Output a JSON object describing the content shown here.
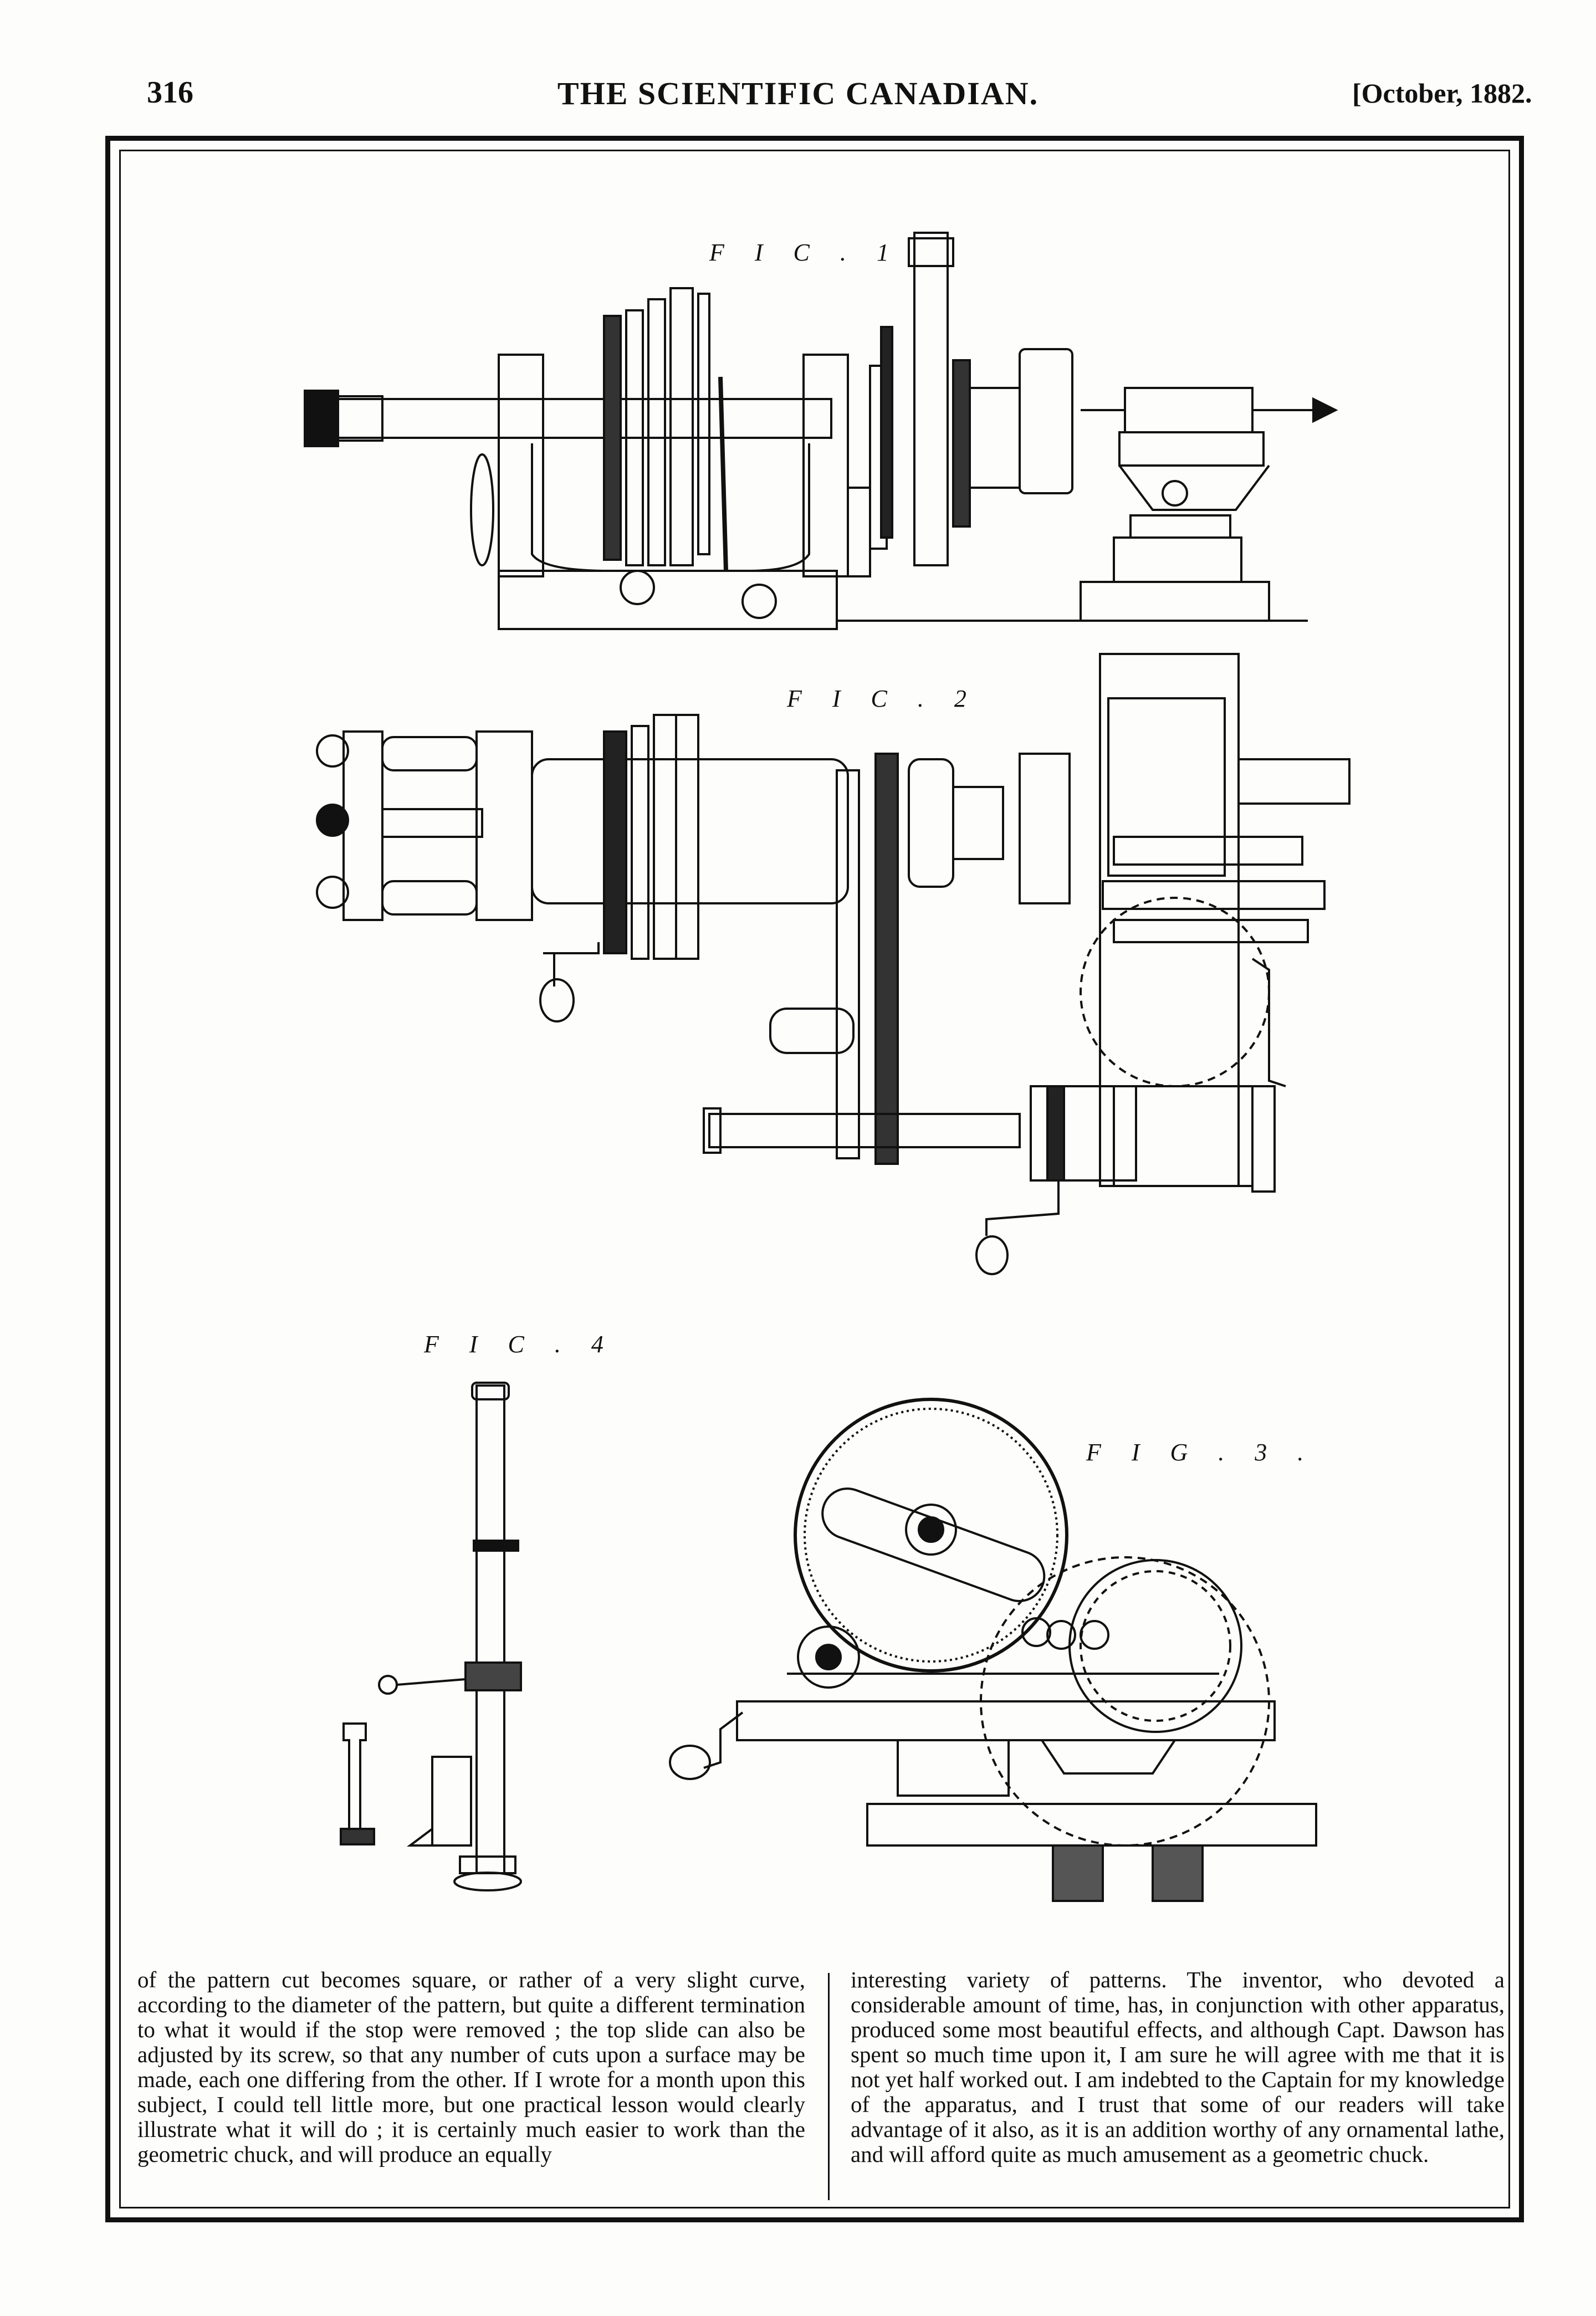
{
  "header": {
    "page_number": "316",
    "journal_title": "THE SCIENTIFIC CANADIAN.",
    "issue_date": "[October, 1882."
  },
  "figures": {
    "fig1_label": "F I C . 1",
    "fig2_label": "F I C . 2",
    "fig3_label": "F I G . 3 .",
    "fig4_label": "F I C . 4"
  },
  "article": {
    "left_column": "of the pattern cut becomes square, or rather of a very slight curve, according to the diameter of the pattern, but quite a different termination to what it would if the stop were removed ; the top slide can also be adjusted by its screw, so that any number of cuts upon a surface may be made, each one differing from the other. If I wrote for a month upon this subject, I could tell little more, but one practical lesson would clearly illustrate what it will do ; it is certainly much easier to work than the geometric chuck, and will produce an equally",
    "right_column": "interesting variety of patterns. The inventor, who devoted a considerable amount of time, has, in conjunction with other apparatus, produced some most beautiful effects, and although Capt. Dawson has spent so much time upon it, I am sure he will agree with me that it is not yet half worked out. I am indebted to the Captain for my knowledge of the apparatus, and I trust that some of our readers will take advantage of it also, as it is an addition worthy of any ornamental lathe, and will afford quite as much amusement as a geometric chuck."
  }
}
